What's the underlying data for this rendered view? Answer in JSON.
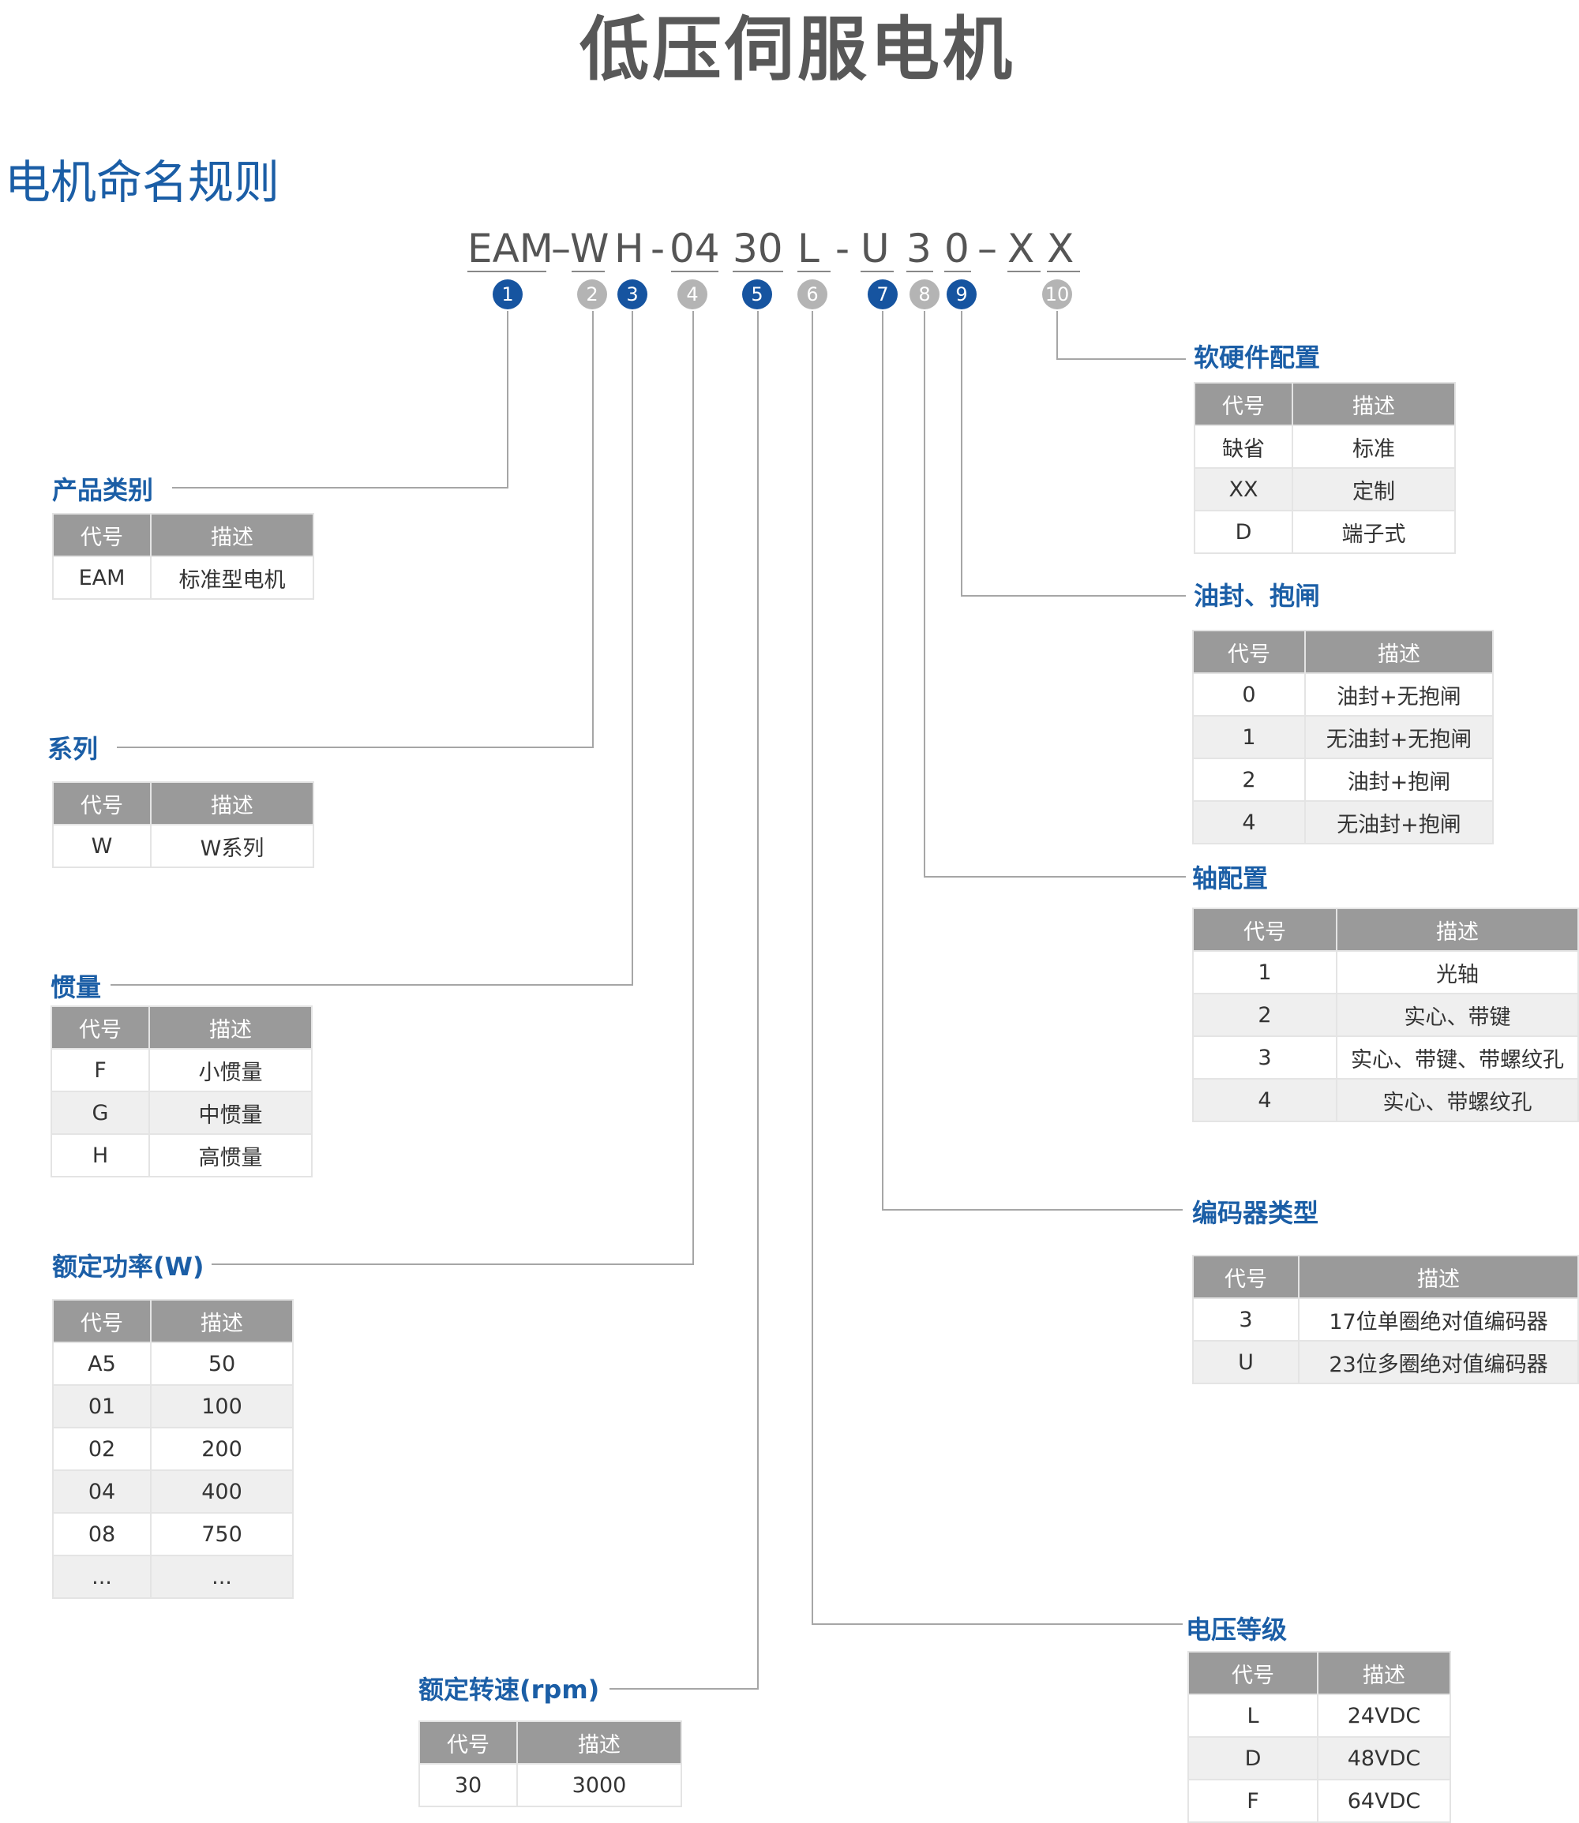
{
  "page_title": "低压伺服电机",
  "section_title": "电机命名规则",
  "model_code": [
    "EAM",
    "–",
    "W",
    "H",
    "-",
    "04",
    "30",
    "L",
    "-",
    "U",
    "3",
    "0",
    "–",
    "X",
    "X"
  ],
  "badges": [
    "1",
    "2",
    "3",
    "4",
    "5",
    "6",
    "7",
    "8",
    "9",
    "10"
  ],
  "table_header": {
    "code": "代号",
    "desc": "描述"
  },
  "sections": {
    "product_category": {
      "title": "产品类别",
      "rows": [
        [
          "EAM",
          "标准型电机"
        ]
      ]
    },
    "series": {
      "title": "系列",
      "rows": [
        [
          "W",
          "W系列"
        ]
      ]
    },
    "inertia": {
      "title": "惯量",
      "rows": [
        [
          "F",
          "小惯量"
        ],
        [
          "G",
          "中惯量"
        ],
        [
          "H",
          "高惯量"
        ]
      ]
    },
    "rated_power": {
      "title": "额定功率(W)",
      "rows": [
        [
          "A5",
          "50"
        ],
        [
          "01",
          "100"
        ],
        [
          "02",
          "200"
        ],
        [
          "04",
          "400"
        ],
        [
          "08",
          "750"
        ],
        [
          "...",
          "..."
        ]
      ]
    },
    "rated_speed": {
      "title": "额定转速(rpm)",
      "rows": [
        [
          "30",
          "3000"
        ]
      ]
    },
    "hw_sw_config": {
      "title": "软硬件配置",
      "rows": [
        [
          "缺省",
          "标准"
        ],
        [
          "XX",
          "定制"
        ],
        [
          "D",
          "端子式"
        ]
      ]
    },
    "oil_seal_brake": {
      "title": "油封、抱闸",
      "rows": [
        [
          "0",
          "油封+无抱闸"
        ],
        [
          "1",
          "无油封+无抱闸"
        ],
        [
          "2",
          "油封+抱闸"
        ],
        [
          "4",
          "无油封+抱闸"
        ]
      ]
    },
    "shaft_config": {
      "title": "轴配置",
      "rows": [
        [
          "1",
          "光轴"
        ],
        [
          "2",
          "实心、带键"
        ],
        [
          "3",
          "实心、带键、带螺纹孔"
        ],
        [
          "4",
          "实心、带螺纹孔"
        ]
      ]
    },
    "encoder_type": {
      "title": "编码器类型",
      "rows": [
        [
          "3",
          "17位单圈绝对值编码器"
        ],
        [
          "U",
          "23位多圈绝对值编码器"
        ]
      ]
    },
    "voltage_level": {
      "title": "电压等级",
      "rows": [
        [
          "L",
          "24VDC"
        ],
        [
          "D",
          "48VDC"
        ],
        [
          "F",
          "64VDC"
        ]
      ]
    }
  },
  "colors": {
    "accent_blue": "#1b5ea6",
    "badge_blue": "#1654a0",
    "badge_gray": "#b4b4b4",
    "header_gray": "#9a9a9a",
    "alt_row": "#efefef"
  }
}
